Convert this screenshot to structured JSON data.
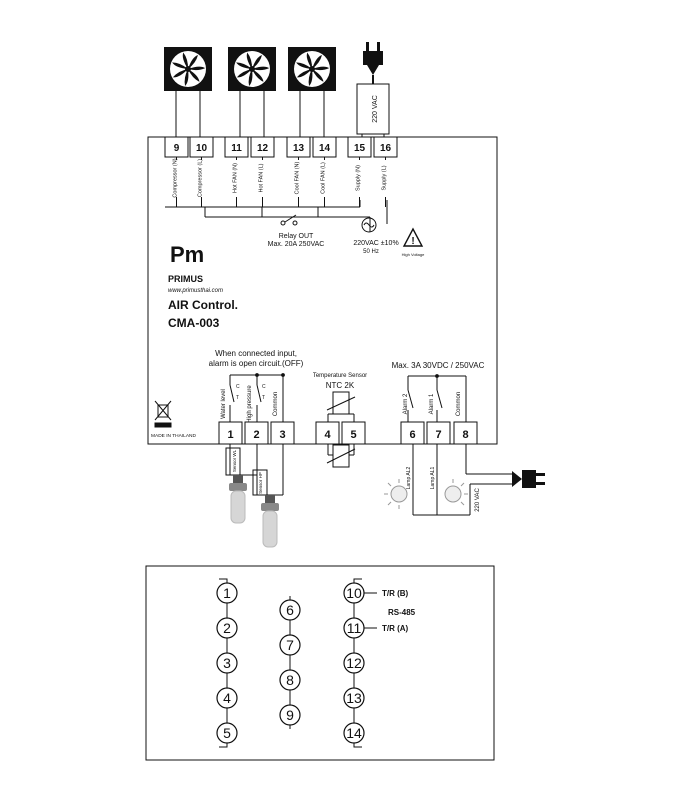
{
  "controller": {
    "brand_mark": "Pm",
    "brand": "PRIMUS",
    "website": "www.primusthai.com",
    "title": "AIR Control.",
    "model": "CMA-003",
    "made_in": "MADE IN THAILAND"
  },
  "top_terminals": [
    {
      "num": "9",
      "label": "Compressor (N)"
    },
    {
      "num": "10",
      "label": "Compressor (L)"
    },
    {
      "num": "11",
      "label": "Hot FAN (N)"
    },
    {
      "num": "12",
      "label": "Hot FAN (L)"
    },
    {
      "num": "13",
      "label": "Cool FAN (N)"
    },
    {
      "num": "14",
      "label": "Cool FAN (L)"
    },
    {
      "num": "15",
      "label": "Supply (N)"
    },
    {
      "num": "16",
      "label": "Supply (L)"
    }
  ],
  "supply_cable_label": "220 VAC",
  "relay_out": {
    "line1": "Relay OUT",
    "line2": "Max. 20A 250VAC"
  },
  "supply_spec": {
    "line1": "220VAC ±10%",
    "line2": "50 Hz"
  },
  "warning_text": "High Voltage",
  "input_note": {
    "line1": "When connected input,",
    "line2": "alarm is open circuit.(OFF)"
  },
  "temp_sensor": {
    "title": "Temperature Sensor",
    "type": "NTC 2K"
  },
  "relay_max": "Max. 3A 30VDC / 250VAC",
  "bottom_terminals": [
    {
      "num": "1",
      "label": "Water level",
      "sub": "C"
    },
    {
      "num": "2",
      "label": "High pressure",
      "sub": "C"
    },
    {
      "num": "3",
      "label": "Common",
      "sub": ""
    },
    {
      "num": "4",
      "label": "",
      "sub": ""
    },
    {
      "num": "5",
      "label": "",
      "sub": ""
    },
    {
      "num": "6",
      "label": "Alarm 2",
      "sub": ""
    },
    {
      "num": "7",
      "label": "Alarm 1",
      "sub": ""
    },
    {
      "num": "8",
      "label": "Common",
      "sub": ""
    }
  ],
  "contact_marks": {
    "c": "C",
    "t": "T"
  },
  "sensor_labels": {
    "wl": "Sensor WL",
    "hp": "Sensor HP"
  },
  "lamp_labels": {
    "l2": "Lamp AL2",
    "l1": "Lamp AL1"
  },
  "bottom_supply_label": "220 VAC",
  "pinout": {
    "col1": [
      "1",
      "2",
      "3",
      "4",
      "5"
    ],
    "col2": [
      "6",
      "7",
      "8",
      "9"
    ],
    "col3": [
      "10",
      "11",
      "12",
      "13",
      "14"
    ],
    "tr_b": "T/R (B)",
    "tr_a": "T/R (A)",
    "rs485": "RS-485"
  }
}
